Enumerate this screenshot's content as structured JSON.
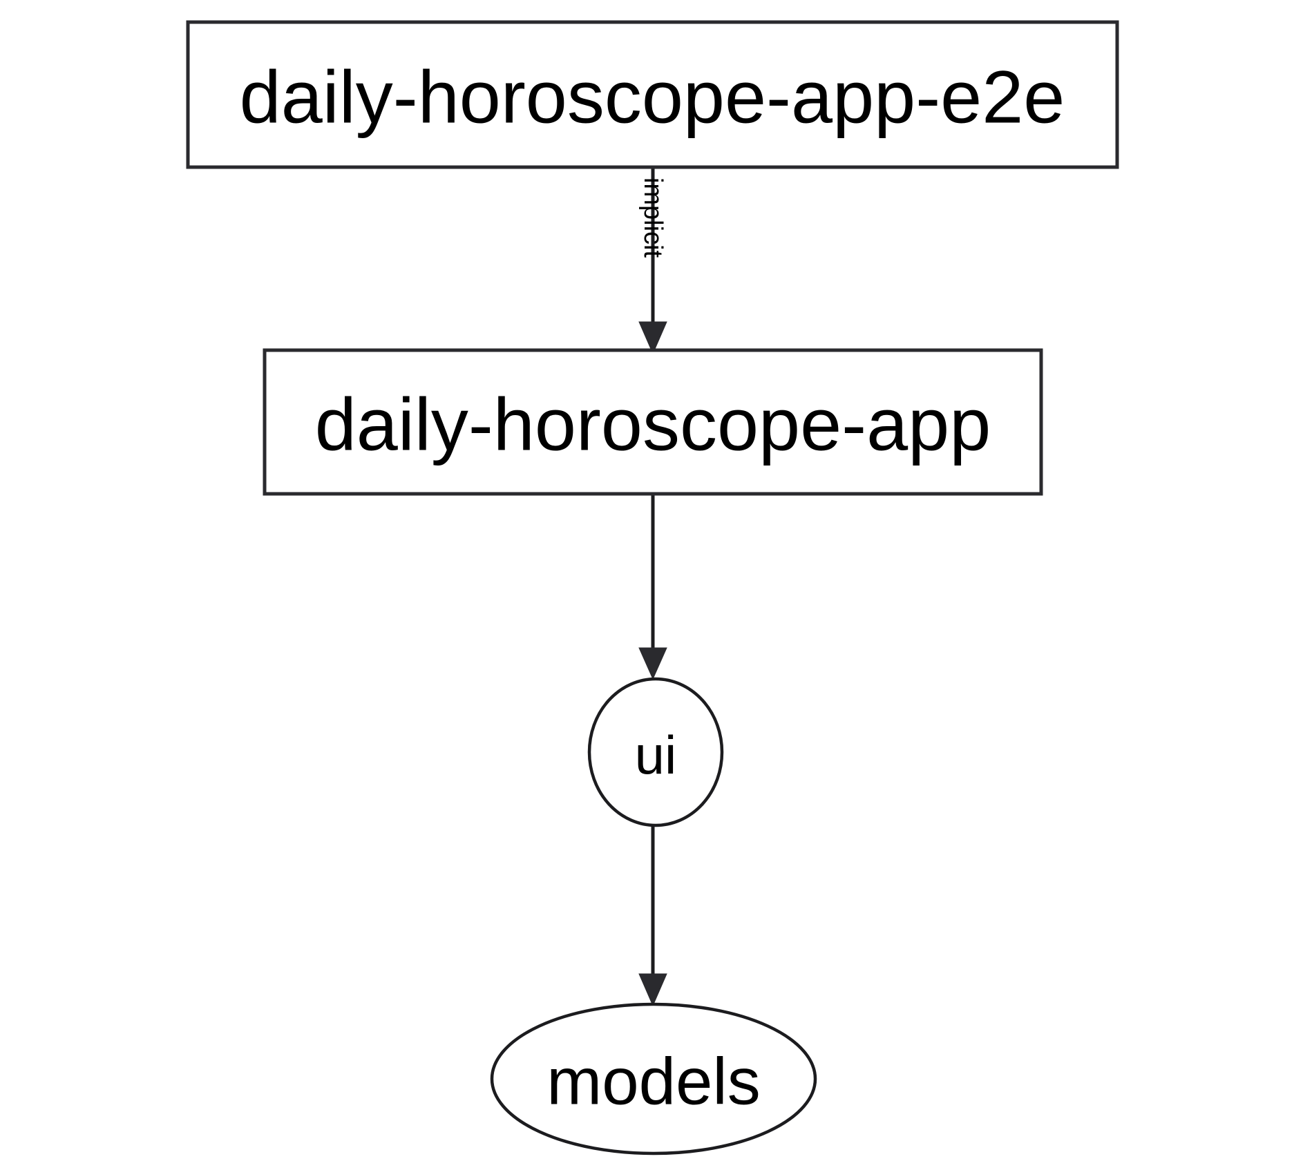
{
  "diagram": {
    "type": "dependency-graph",
    "background_color": "#ffffff",
    "stroke_color": "#2a2a2e",
    "text_color": "#000000",
    "nodes": [
      {
        "id": "daily-horoscope-app-e2e",
        "label": "daily-horoscope-app-e2e",
        "shape": "rectangle"
      },
      {
        "id": "daily-horoscope-app",
        "label": "daily-horoscope-app",
        "shape": "rectangle"
      },
      {
        "id": "ui",
        "label": "ui",
        "shape": "ellipse"
      },
      {
        "id": "models",
        "label": "models",
        "shape": "ellipse"
      }
    ],
    "edges": [
      {
        "from": "daily-horoscope-app-e2e",
        "to": "daily-horoscope-app",
        "label": "implicit",
        "label_rotation": "90"
      },
      {
        "from": "daily-horoscope-app",
        "to": "ui",
        "label": ""
      },
      {
        "from": "ui",
        "to": "models",
        "label": ""
      }
    ]
  }
}
